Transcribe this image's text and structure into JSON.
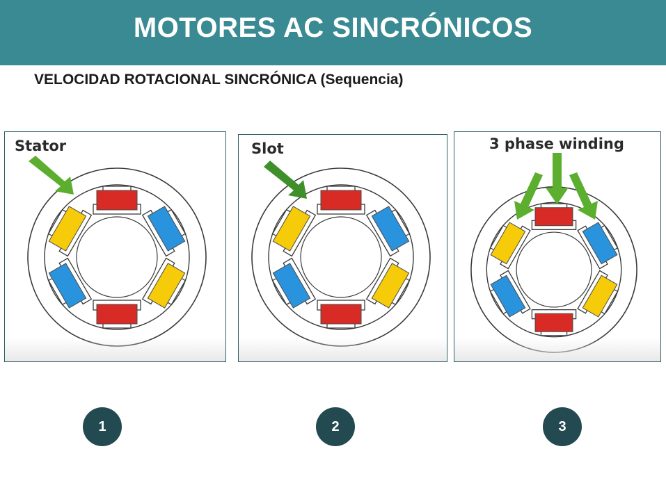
{
  "header": {
    "title": "MOTORES AC SINCRÓNICOS"
  },
  "subtitle": "VELOCIDAD ROTACIONAL SINCRÓNICA  (Sequencia)",
  "colors": {
    "header_bg": "#3a8a93",
    "step_circle": "#224a50",
    "coil_red": "#d92b25",
    "coil_blue": "#2a93de",
    "coil_yellow": "#f5cb0a",
    "arrow_green": "#5cae2e"
  },
  "panels": [
    {
      "label": "Stator"
    },
    {
      "label": "Slot"
    },
    {
      "label": "3 phase winding"
    }
  ],
  "steps": [
    "1",
    "2",
    "3"
  ]
}
